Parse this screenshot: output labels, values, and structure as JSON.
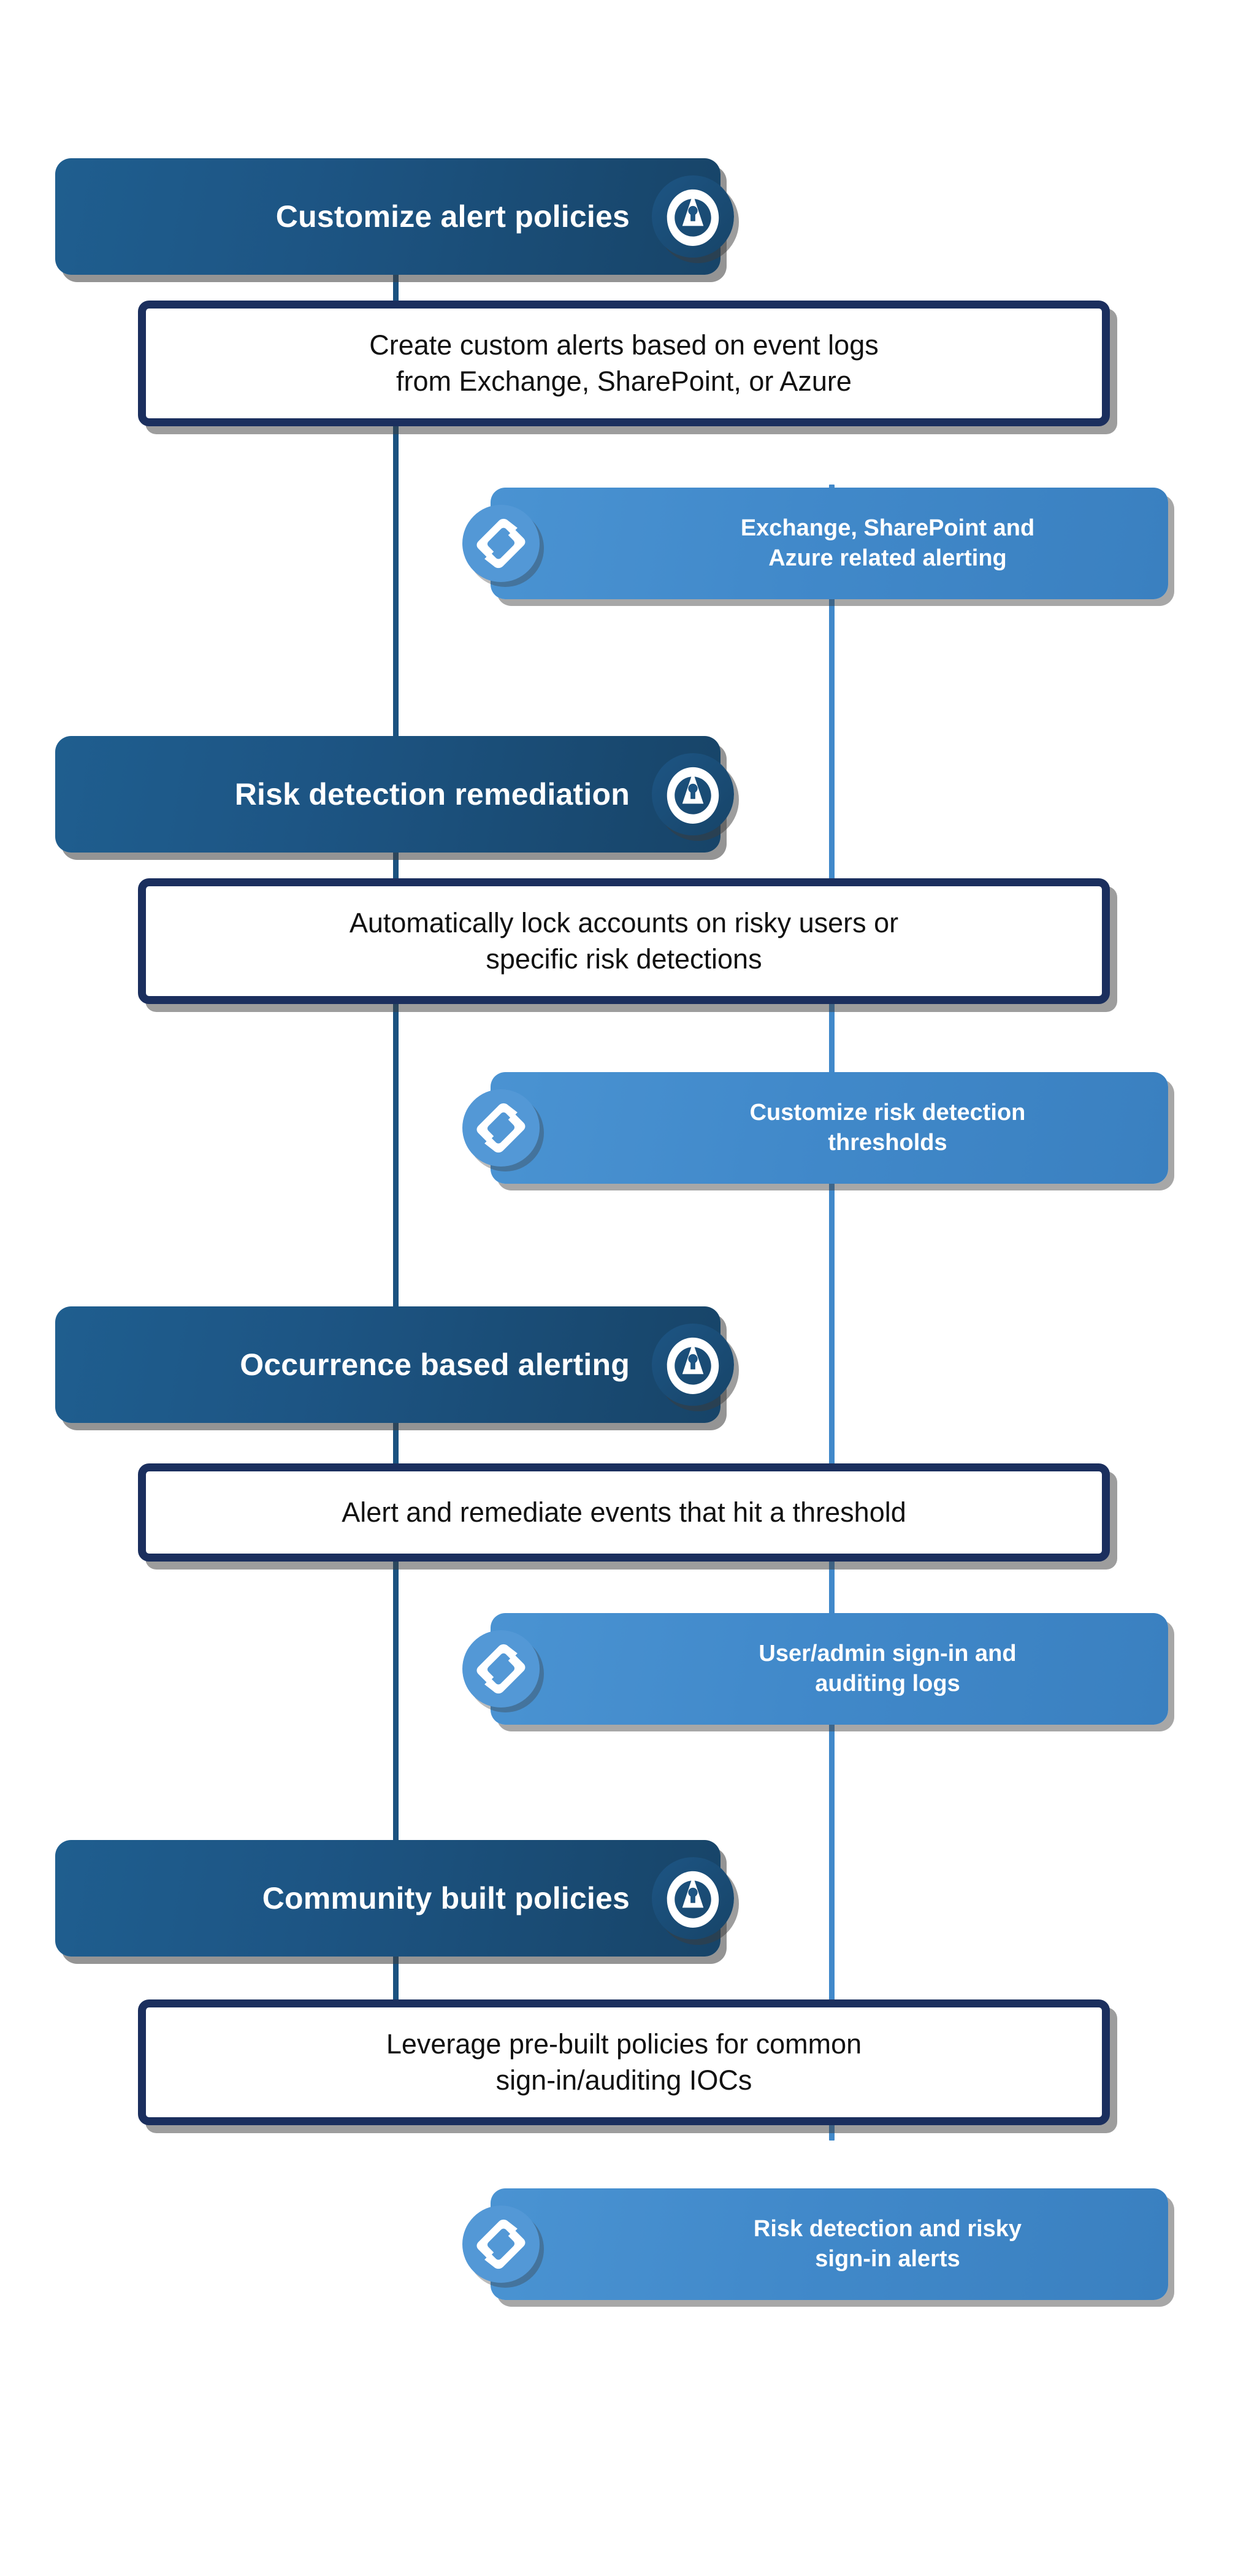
{
  "theme": {
    "header_blue": "#1d5584",
    "header_blue_dark": "#174468",
    "card_border_navy": "#1b2f5e",
    "tag_blue": "#4189ca",
    "rail_left": "#1b5280",
    "rail_right": "#4189ca",
    "text_dark": "#111111",
    "text_light": "#ffffff",
    "background": "#ffffff"
  },
  "icons": {
    "header": "lock-keyhole-icon",
    "tag": "swirl-diamond-icon"
  },
  "sections": [
    {
      "header": "Customize alert policies",
      "detail": "Create custom alerts based on event logs from Exchange, SharePoint, or Azure",
      "detail_lines": [
        "Create custom alerts based on event logs",
        "from Exchange, SharePoint, or Azure"
      ],
      "tag": "Exchange, SharePoint and Azure related alerting",
      "tag_lines": [
        "Exchange, SharePoint and",
        "Azure related alerting"
      ]
    },
    {
      "header": "Risk detection remediation",
      "detail": "Automatically lock accounts on risky users or specific risk detections",
      "detail_lines": [
        "Automatically lock accounts on risky users or",
        "specific risk detections"
      ],
      "tag": "Customize risk detection thresholds",
      "tag_lines": [
        "Customize risk detection",
        "thresholds"
      ]
    },
    {
      "header": "Occurrence based alerting",
      "detail": "Alert and remediate events that hit a threshold",
      "detail_lines": [
        "Alert and remediate events that hit a threshold"
      ],
      "tag": "User/admin sign-in and auditing logs",
      "tag_lines": [
        "User/admin sign-in and",
        "auditing logs"
      ]
    },
    {
      "header": "Community built policies",
      "detail": "Leverage pre-built policies for common sign-in/auditing IOCs",
      "detail_lines": [
        "Leverage pre-built policies for common",
        "sign-in/auditing IOCs"
      ],
      "tag": "Risk detection and risky sign-in alerts",
      "tag_lines": [
        "Risk detection and risky",
        "sign-in alerts"
      ]
    }
  ]
}
